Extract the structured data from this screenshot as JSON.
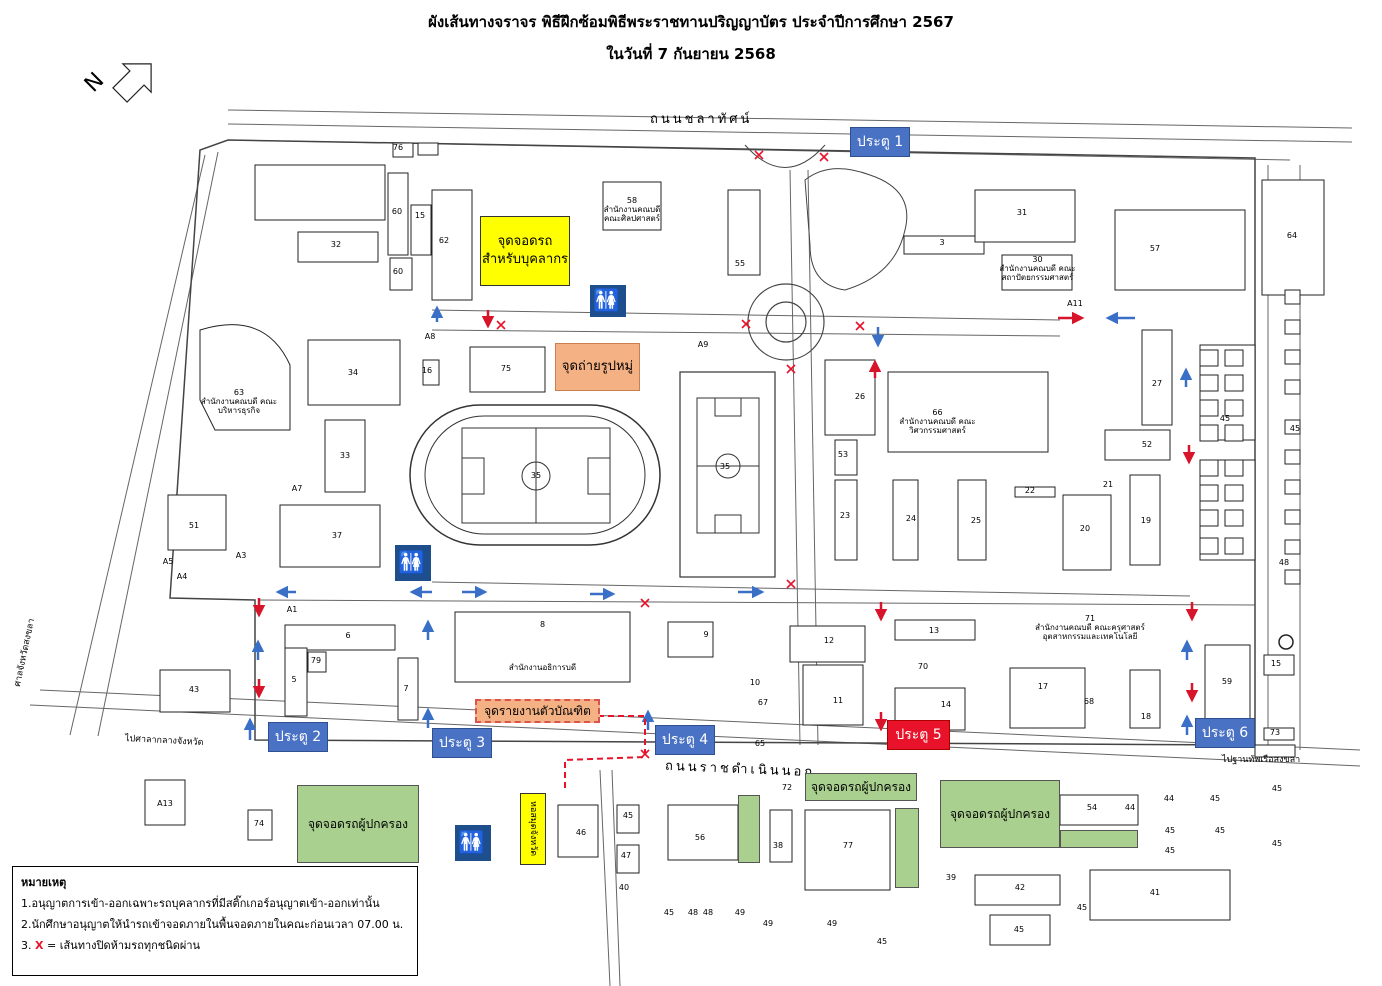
{
  "title": {
    "line1": "ผังเส้นทางจราจร พิธีฝึกซ้อมพิธีพระราชทานปริญญาบัตร ประจำปีการศึกษา 2567",
    "line2": "ในวันที่ 7 กันยายน 2568"
  },
  "compass": {
    "letter": "N"
  },
  "roads": {
    "top": "ถนนชลาทัศน์",
    "bottom": "ถนนราชดำเนินนอก",
    "left_a": "ไปศาลากลางจังหวัด",
    "left_b": "ศาลจังหวัดสงขลา",
    "right": "ไปฐานทัพเรือสงขลา"
  },
  "gates": [
    {
      "label": "ประตู 1"
    },
    {
      "label": "ประตู 2"
    },
    {
      "label": "ประตู 3"
    },
    {
      "label": "ประตู 4"
    },
    {
      "label": "ประตู 5"
    },
    {
      "label": "ประตู 6"
    }
  ],
  "parking_staff": {
    "line1": "จุดจอดรถ",
    "line2": "สำหรับบุคลากร"
  },
  "parking_parents": [
    {
      "label": "จุดจอดรถผู้ปกครอง"
    },
    {
      "label": "จุดจอดรถผู้ปกครอง"
    },
    {
      "label": "จุดจอดรถผู้ปกครอง"
    }
  ],
  "photo_point": "จุดถ่ายรูปหมู่",
  "report_point": "จุดรายงานตัวบัณฑิต",
  "vertical_yellow": "หอสมุดจังหวัด",
  "buildings": {
    "b63": {
      "num": "63",
      "name": "สำนักงานคณบดี คณะบริหารธุรกิจ"
    },
    "b58": {
      "num": "58",
      "name": "สำนักงานคณบดี คณะศิลปศาสตร์"
    },
    "b30": {
      "num": "30",
      "name": "สำนักงานคณบดี คณะสถาปัตยกรรมศาสตร์"
    },
    "b66": {
      "num": "66",
      "name": "สำนักงานคณบดี คณะวิศวกรรมศาสตร์"
    },
    "b8": {
      "num": "8",
      "name": "สำนักงานอธิการบดี"
    },
    "b71": {
      "num": "71",
      "name": "สำนักงานคณบดี คณะครุศาสตร์อุตสาหกรรมและเทคโนโลยี"
    }
  },
  "building_numbers": [
    "76",
    "60",
    "60",
    "15",
    "32",
    "62",
    "55",
    "3",
    "31",
    "57",
    "64",
    "A11",
    "A8",
    "16",
    "34",
    "75",
    "A9",
    "26",
    "27",
    "52",
    "45",
    "45",
    "33",
    "A7",
    "37",
    "51",
    "35",
    "35",
    "53",
    "23",
    "24",
    "25",
    "22",
    "21",
    "20",
    "19",
    "48",
    "A5",
    "A4",
    "A3",
    "79",
    "A1",
    "6",
    "5",
    "7",
    "43",
    "9",
    "10",
    "12",
    "11",
    "67",
    "65",
    "13",
    "70",
    "14",
    "17",
    "18",
    "68",
    "59",
    "15",
    "73",
    "72",
    "A13",
    "74",
    "45",
    "47",
    "46",
    "56",
    "38",
    "77",
    "39",
    "42",
    "54",
    "44",
    "44",
    "45",
    "45",
    "45",
    "45",
    "45",
    "45",
    "45",
    "48",
    "48",
    "49",
    "49",
    "49",
    "45",
    "45",
    "45",
    "41",
    "40",
    "65",
    "46"
  ],
  "note": {
    "title": "หมายเหตุ",
    "item1": "1.อนุญาตการเข้า-ออกเฉพาะรถบุคลากรที่มีสติ๊กเกอร์อนุญาตเข้า-ออกเท่านั้น",
    "item2": "2.นักศึกษาอนุญาตให้นำรถเข้าจอดภายในพื้นจอดภายในคณะก่อนเวลา 07.00 น.",
    "item3_prefix": "3.",
    "item3_x": "X",
    "item3_text": "= เส้นทางปิดห้ามรถทุกชนิดผ่าน"
  },
  "colors": {
    "gate_blue": "#4a72c4",
    "gate_red": "#e8132b",
    "staff_parking": "#ffff00",
    "parent_parking": "#a9d08e",
    "photo_orange": "#f4b183",
    "restroom": "#1f4e8c",
    "arrow_blue": "#3a6fc8",
    "arrow_red": "#d8142a"
  },
  "icons": [
    "compass-arrow-icon",
    "restroom-icon",
    "roundabout-icon",
    "closed-x-icon",
    "traffic-arrow-icon",
    "u-turn-icon"
  ]
}
